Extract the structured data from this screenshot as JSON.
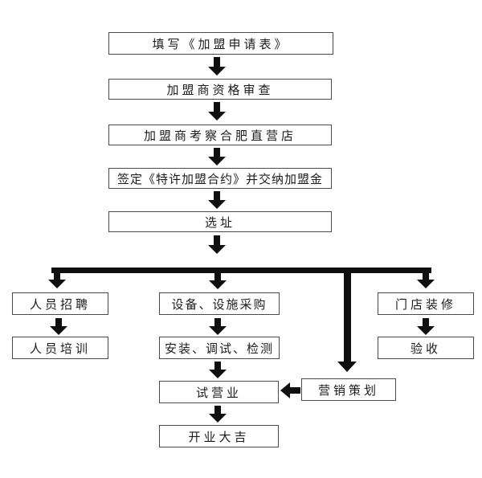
{
  "diagram_type": "flowchart",
  "colors": {
    "background": "#ffffff",
    "box_border": "#4a4a4a",
    "text": "#1c1c1c",
    "arrow": "#0f0f0f"
  },
  "nodes": {
    "apply": {
      "label": "填写《加盟申请表》"
    },
    "qualification": {
      "label": "加盟商资格审查"
    },
    "inspection": {
      "label": "加盟商考察合肥直营店"
    },
    "contract": {
      "label": "签定《特许加盟合约》并交纳加盟金"
    },
    "site": {
      "label": "选址"
    },
    "recruit": {
      "label": "人员招聘"
    },
    "equipment": {
      "label": "设备、设施采购"
    },
    "decoration": {
      "label": "门店装修"
    },
    "training": {
      "label": "人员培训"
    },
    "install": {
      "label": "安装、调试、检测"
    },
    "acceptance": {
      "label": "验收"
    },
    "trial": {
      "label": "试营业"
    },
    "marketing": {
      "label": "营销策划"
    },
    "opening": {
      "label": "开业大吉"
    }
  },
  "edges": [
    {
      "from": "apply",
      "to": "qualification"
    },
    {
      "from": "qualification",
      "to": "inspection"
    },
    {
      "from": "inspection",
      "to": "contract"
    },
    {
      "from": "contract",
      "to": "site"
    },
    {
      "from": "site",
      "to": "recruit"
    },
    {
      "from": "site",
      "to": "equipment"
    },
    {
      "from": "site",
      "to": "decoration"
    },
    {
      "from": "site",
      "to": "marketing"
    },
    {
      "from": "recruit",
      "to": "training"
    },
    {
      "from": "equipment",
      "to": "install"
    },
    {
      "from": "install",
      "to": "trial"
    },
    {
      "from": "decoration",
      "to": "acceptance"
    },
    {
      "from": "marketing",
      "to": "trial"
    },
    {
      "from": "trial",
      "to": "opening"
    }
  ]
}
